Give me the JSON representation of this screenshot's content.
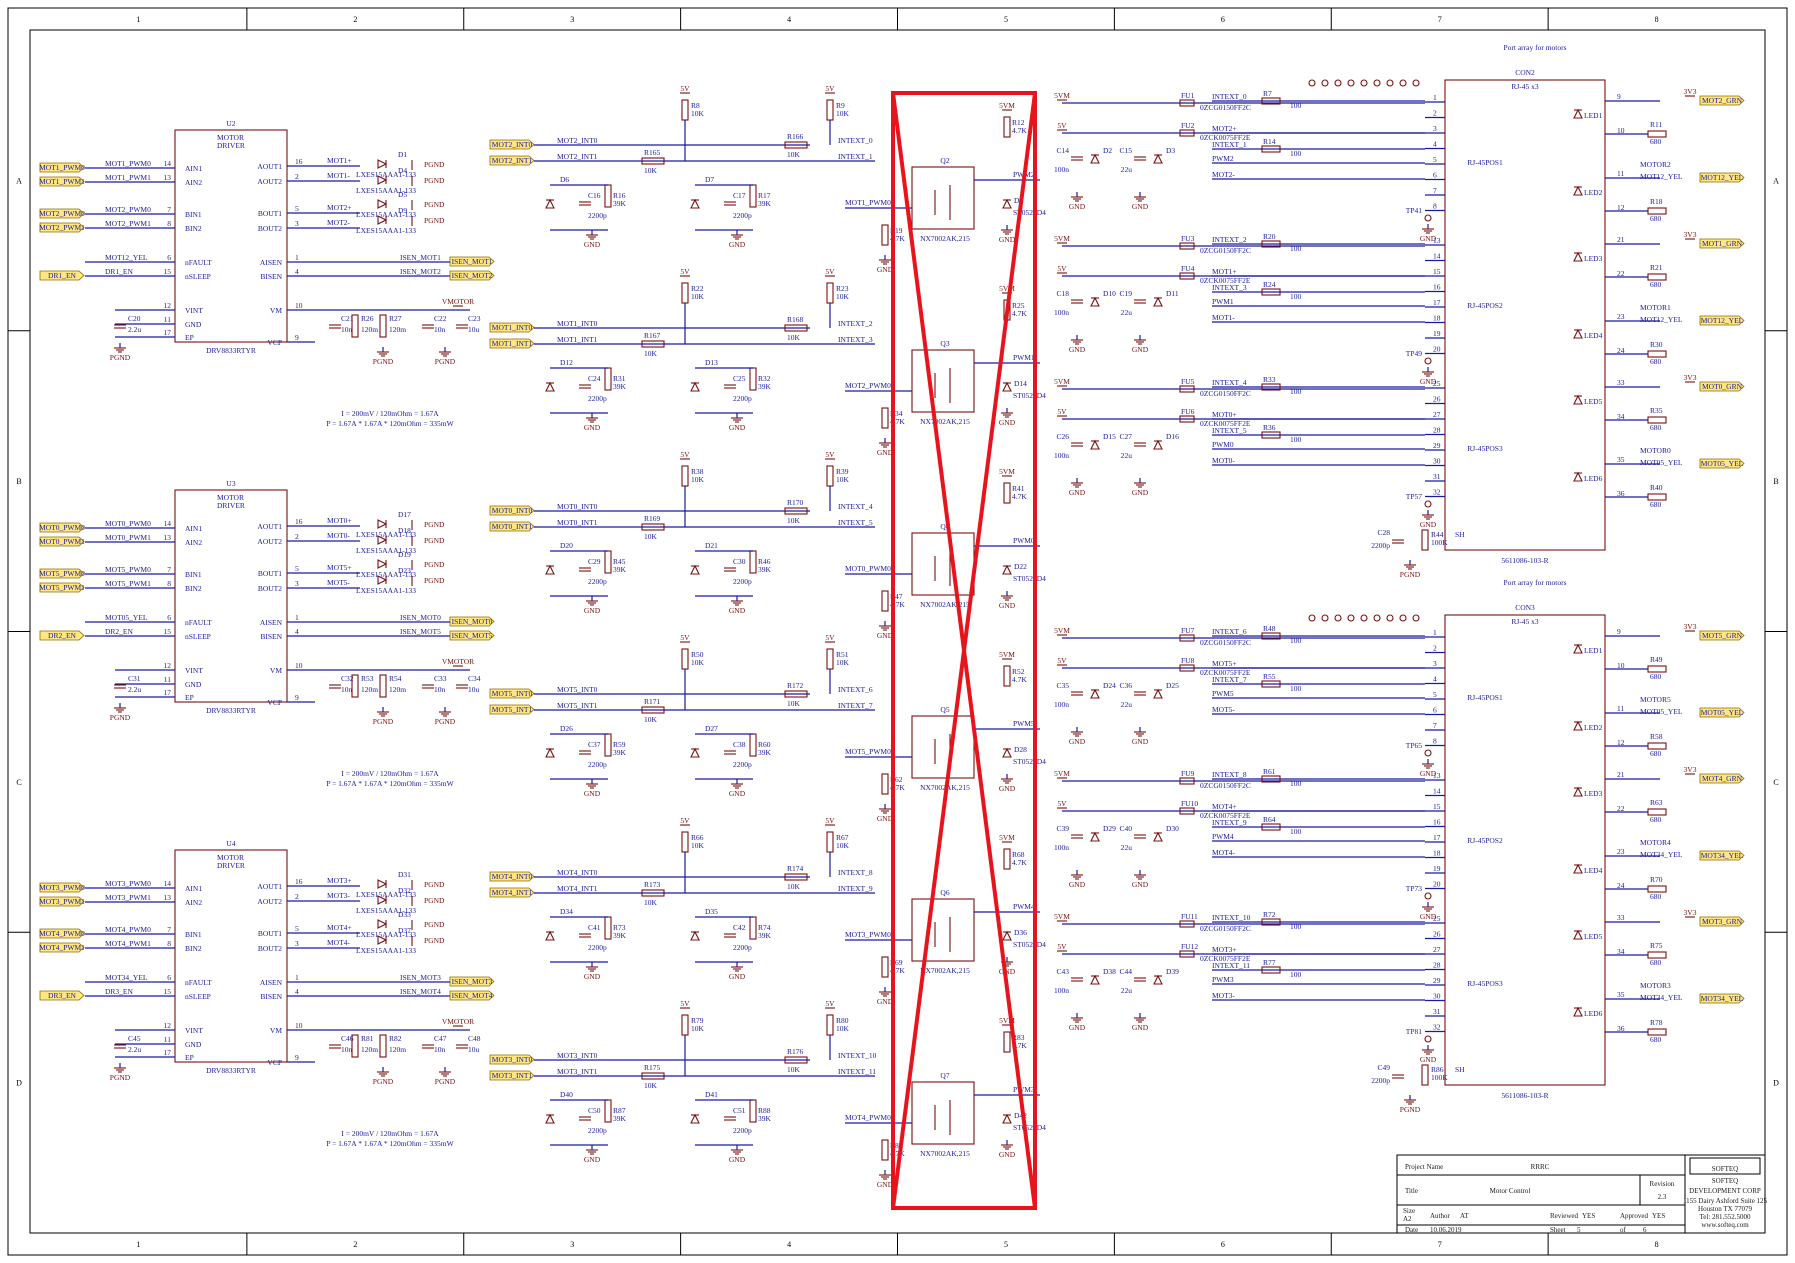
{
  "sheet": {
    "columns": [
      "1",
      "2",
      "3",
      "4",
      "5",
      "6",
      "7",
      "8"
    ],
    "rows": [
      "A",
      "B",
      "C",
      "D"
    ]
  },
  "titles": {
    "port_array_1": "Port array for motors",
    "port_array_2": "Port array for motors"
  },
  "drivers": [
    {
      "ref": "U2",
      "part": "DRV8833RTYR",
      "label": "MOTOR DRIVER",
      "pins_left": [
        {
          "num": "14",
          "name": "AIN1",
          "net": "MOT1_PWM0",
          "port": "MOT1_PWM0"
        },
        {
          "num": "13",
          "name": "AIN2",
          "net": "MOT1_PWM1",
          "port": "MOT1_PWM1"
        },
        {
          "num": "7",
          "name": "BIN1",
          "net": "MOT2_PWM0",
          "port": "MOT2_PWM0"
        },
        {
          "num": "8",
          "name": "BIN2",
          "net": "MOT2_PWM1",
          "port": "MOT2_PWM1"
        },
        {
          "num": "6",
          "name": "nFAULT",
          "net": "MOT12_YEL",
          "port": ""
        },
        {
          "num": "15",
          "name": "nSLEEP",
          "net": "DR1_EN",
          "port": "DR1_EN"
        },
        {
          "num": "12",
          "name": "VINT",
          "net": "",
          "port": ""
        },
        {
          "num": "11",
          "name": "GND",
          "net": "",
          "port": ""
        },
        {
          "num": "17",
          "name": "EP",
          "net": "",
          "port": ""
        }
      ],
      "pins_right": [
        {
          "num": "16",
          "name": "AOUT1",
          "net": "MOT1+"
        },
        {
          "num": "2",
          "name": "AOUT2",
          "net": "MOT1-"
        },
        {
          "num": "5",
          "name": "BOUT1",
          "net": "MOT2+"
        },
        {
          "num": "3",
          "name": "BOUT2",
          "net": "MOT2-"
        },
        {
          "num": "1",
          "name": "AISEN",
          "net": "ISEN_MOT1",
          "port": "ISEN_MOT1"
        },
        {
          "num": "4",
          "name": "BISEN",
          "net": "ISEN_MOT2",
          "port": "ISEN_MOT2"
        },
        {
          "num": "10",
          "name": "VM",
          "net": "VMOTOR"
        },
        {
          "num": "9",
          "name": "VCP",
          "net": ""
        }
      ],
      "leds": [
        "D1",
        "D4",
        "D5",
        "D9"
      ],
      "led_part": "LXES15AAA1-133",
      "caps": [
        {
          "ref": "C20",
          "val": "2.2u"
        },
        {
          "ref": "C21",
          "val": "10n"
        },
        {
          "ref": "C22",
          "val": "10n"
        },
        {
          "ref": "C23",
          "val": "10u"
        }
      ],
      "res": [
        {
          "ref": "R26",
          "val": "120m"
        },
        {
          "ref": "R27",
          "val": "120m"
        }
      ],
      "note1": "I = 200mV / 120mOhm = 1.67A",
      "note2": "P = 1.67A * 1.67A * 120mOhm = 335mW"
    },
    {
      "ref": "U3",
      "part": "DRV8833RTYR",
      "label": "MOTOR DRIVER",
      "pins_left": [
        {
          "num": "14",
          "name": "AIN1",
          "net": "MOT0_PWM0",
          "port": "MOT0_PWM0"
        },
        {
          "num": "13",
          "name": "AIN2",
          "net": "MOT0_PWM1",
          "port": "MOT0_PWM1"
        },
        {
          "num": "7",
          "name": "BIN1",
          "net": "MOT5_PWM0",
          "port": "MOT5_PWM0"
        },
        {
          "num": "8",
          "name": "BIN2",
          "net": "MOT5_PWM1",
          "port": "MOT5_PWM1"
        },
        {
          "num": "6",
          "name": "nFAULT",
          "net": "MOT05_YEL",
          "port": ""
        },
        {
          "num": "15",
          "name": "nSLEEP",
          "net": "DR2_EN",
          "port": "DR2_EN"
        },
        {
          "num": "12",
          "name": "VINT",
          "net": "",
          "port": ""
        },
        {
          "num": "11",
          "name": "GND",
          "net": "",
          "port": ""
        },
        {
          "num": "17",
          "name": "EP",
          "net": "",
          "port": ""
        }
      ],
      "pins_right": [
        {
          "num": "16",
          "name": "AOUT1",
          "net": "MOT0+"
        },
        {
          "num": "2",
          "name": "AOUT2",
          "net": "MOT0-"
        },
        {
          "num": "5",
          "name": "BOUT1",
          "net": "MOT5+"
        },
        {
          "num": "3",
          "name": "BOUT2",
          "net": "MOT5-"
        },
        {
          "num": "1",
          "name": "AISEN",
          "net": "ISEN_MOT0",
          "port": "ISEN_MOT0"
        },
        {
          "num": "4",
          "name": "BISEN",
          "net": "ISEN_MOT5",
          "port": "ISEN_MOT5"
        },
        {
          "num": "10",
          "name": "VM",
          "net": "VMOTOR"
        },
        {
          "num": "9",
          "name": "VCP",
          "net": ""
        }
      ],
      "leds": [
        "D17",
        "D18",
        "D19",
        "D23"
      ],
      "led_part": "LXES15AAA1-133",
      "caps": [
        {
          "ref": "C31",
          "val": "2.2u"
        },
        {
          "ref": "C32",
          "val": "10n"
        },
        {
          "ref": "C33",
          "val": "10n"
        },
        {
          "ref": "C34",
          "val": "10u"
        }
      ],
      "res": [
        {
          "ref": "R53",
          "val": "120m"
        },
        {
          "ref": "R54",
          "val": "120m"
        }
      ],
      "note1": "I = 200mV / 120mOhm = 1.67A",
      "note2": "P = 1.67A * 1.67A * 120mOhm = 335mW"
    },
    {
      "ref": "U4",
      "part": "DRV8833RTYR",
      "label": "MOTOR DRIVER",
      "pins_left": [
        {
          "num": "14",
          "name": "AIN1",
          "net": "MOT3_PWM0",
          "port": "MOT3_PWM0"
        },
        {
          "num": "13",
          "name": "AIN2",
          "net": "MOT3_PWM1",
          "port": "MOT3_PWM1"
        },
        {
          "num": "7",
          "name": "BIN1",
          "net": "MOT4_PWM0",
          "port": "MOT4_PWM0"
        },
        {
          "num": "8",
          "name": "BIN2",
          "net": "MOT4_PWM1",
          "port": "MOT4_PWM1"
        },
        {
          "num": "6",
          "name": "nFAULT",
          "net": "MOT34_YEL",
          "port": ""
        },
        {
          "num": "15",
          "name": "nSLEEP",
          "net": "DR3_EN",
          "port": "DR3_EN"
        },
        {
          "num": "12",
          "name": "VINT",
          "net": "",
          "port": ""
        },
        {
          "num": "11",
          "name": "GND",
          "net": "",
          "port": ""
        },
        {
          "num": "17",
          "name": "EP",
          "net": "",
          "port": ""
        }
      ],
      "pins_right": [
        {
          "num": "16",
          "name": "AOUT1",
          "net": "MOT3+"
        },
        {
          "num": "2",
          "name": "AOUT2",
          "net": "MOT3-"
        },
        {
          "num": "5",
          "name": "BOUT1",
          "net": "MOT4+"
        },
        {
          "num": "3",
          "name": "BOUT2",
          "net": "MOT4-"
        },
        {
          "num": "1",
          "name": "AISEN",
          "net": "ISEN_MOT3",
          "port": "ISEN_MOT3"
        },
        {
          "num": "4",
          "name": "BISEN",
          "net": "ISEN_MOT4",
          "port": "ISEN_MOT4"
        },
        {
          "num": "10",
          "name": "VM",
          "net": "VMOTOR"
        },
        {
          "num": "9",
          "name": "VCP",
          "net": ""
        }
      ],
      "leds": [
        "D31",
        "D32",
        "D33",
        "D37"
      ],
      "led_part": "LXES15AAA1-133",
      "caps": [
        {
          "ref": "C45",
          "val": "2.2u"
        },
        {
          "ref": "C46",
          "val": "10n"
        },
        {
          "ref": "C47",
          "val": "10n"
        },
        {
          "ref": "C48",
          "val": "10u"
        }
      ],
      "res": [
        {
          "ref": "R81",
          "val": "120m"
        },
        {
          "ref": "R82",
          "val": "120m"
        }
      ],
      "note1": "I = 200mV / 120mOhm = 1.67A",
      "note2": "P = 1.67A * 1.67A * 120mOhm = 335mW"
    }
  ],
  "intx_blocks": [
    {
      "port_a": "MOT2_INT0",
      "port_b": "MOT2_INT1",
      "net_a": "MOT2_INT0",
      "net_b": "MOT2_INT1",
      "r_a": "R165",
      "r_b": "R166",
      "r_pu1": "R8",
      "r_pu2": "R9",
      "intx_a": "INTEXT_0",
      "intx_b": "INTEXT_1",
      "d1": "D6",
      "d2": "D7",
      "c1": "C16",
      "c2": "C17",
      "r1": "R16",
      "r2": "R17",
      "q": "Q2",
      "q_net": "MOT1_PWM0",
      "pwm_out": "PWM2",
      "r_g": "R12",
      "r_b2": "R19",
      "d_tvs": "D8"
    },
    {
      "port_a": "MOT1_INT0",
      "port_b": "MOT1_INT1",
      "net_a": "MOT1_INT0",
      "net_b": "MOT1_INT1",
      "r_a": "R167",
      "r_b": "R168",
      "r_pu1": "R22",
      "r_pu2": "R23",
      "intx_a": "INTEXT_2",
      "intx_b": "INTEXT_3",
      "d1": "D12",
      "d2": "D13",
      "c1": "C24",
      "c2": "C25",
      "r1": "R31",
      "r2": "R32",
      "q": "Q3",
      "q_net": "MOT2_PWM0",
      "pwm_out": "PWM1",
      "r_g": "R25",
      "r_b2": "R34",
      "d_tvs": "D14"
    },
    {
      "port_a": "MOT0_INT0",
      "port_b": "MOT0_INT1",
      "net_a": "MOT0_INT0",
      "net_b": "MOT0_INT1",
      "r_a": "R169",
      "r_b": "R170",
      "r_pu1": "R38",
      "r_pu2": "R39",
      "intx_a": "INTEXT_4",
      "intx_b": "INTEXT_5",
      "d1": "D20",
      "d2": "D21",
      "c1": "C29",
      "c2": "C30",
      "r1": "R45",
      "r2": "R46",
      "q": "Q4",
      "q_net": "MOT0_PWM0",
      "pwm_out": "PWM0",
      "r_g": "R41",
      "r_b2": "R47",
      "d_tvs": "D22"
    },
    {
      "port_a": "MOT5_INT0",
      "port_b": "MOT5_INT1",
      "net_a": "MOT5_INT0",
      "net_b": "MOT5_INT1",
      "r_a": "R171",
      "r_b": "R172",
      "r_pu1": "R50",
      "r_pu2": "R51",
      "intx_a": "INTEXT_6",
      "intx_b": "INTEXT_7",
      "d1": "D26",
      "d2": "D27",
      "c1": "C37",
      "c2": "C38",
      "r1": "R59",
      "r2": "R60",
      "q": "Q5",
      "q_net": "MOT5_PWM0",
      "pwm_out": "PWM5",
      "r_g": "R52",
      "r_b2": "R62",
      "d_tvs": "D28"
    },
    {
      "port_a": "MOT4_INT0",
      "port_b": "MOT4_INT1",
      "net_a": "MOT4_INT0",
      "net_b": "MOT4_INT1",
      "r_a": "R173",
      "r_b": "R174",
      "r_pu1": "R66",
      "r_pu2": "R67",
      "intx_a": "INTEXT_8",
      "intx_b": "INTEXT_9",
      "d1": "D34",
      "d2": "D35",
      "c1": "C41",
      "c2": "C42",
      "r1": "R73",
      "r2": "R74",
      "q": "Q6",
      "q_net": "MOT3_PWM0",
      "pwm_out": "PWM4",
      "r_g": "R68",
      "r_b2": "R69",
      "d_tvs": "D36"
    },
    {
      "port_a": "MOT3_INT0",
      "port_b": "MOT3_INT1",
      "net_a": "MOT3_INT0",
      "net_b": "MOT3_INT1",
      "r_a": "R175",
      "r_b": "R176",
      "r_pu1": "R79",
      "r_pu2": "R80",
      "intx_a": "INTEXT_10",
      "intx_b": "INTEXT_11",
      "d1": "D40",
      "d2": "D41",
      "c1": "C50",
      "c2": "C51",
      "r1": "R87",
      "r2": "R88",
      "q": "Q7",
      "q_net": "MOT4_PWM0",
      "pwm_out": "PWM3",
      "r_g": "R83",
      "r_b2": "R85",
      "d_tvs": "D42"
    }
  ],
  "common": {
    "v5": "5V",
    "v3": "3V3",
    "v5m": "5VM",
    "gnd": "GND",
    "pgnd": "PGND",
    "vmotor": "VMOTOR",
    "r10k": "10K",
    "r39k": "39K",
    "c2200p": "2200p",
    "r4k7": "4.7K",
    "mosfet": "NX7002AK,215",
    "tvs": "ST0521D4",
    "r100": "100",
    "r680": "680",
    "c100n": "100n",
    "c22u": "22u",
    "r100k": "100K",
    "fu_a": "0ZCG0150FF2C",
    "fu_b": "0ZCK0075FF2E"
  },
  "connectors": [
    {
      "ref": "CON2",
      "part": "RJ-45 x3",
      "mpn": "5611086-103-R",
      "ports": [
        "RJ-45POS1",
        "RJ-45POS2",
        "RJ-45POS3"
      ],
      "groups": [
        {
          "fu1": "FU1",
          "fu2": "FU2",
          "c1": "C14",
          "d1": "D2",
          "c2": "C15",
          "d2": "D3",
          "tp": "TP41",
          "nets": [
            "INTEXT_0",
            "MOT2+",
            "INTEXT_1",
            "PWM2",
            "MOT2-"
          ],
          "r1": "R7",
          "r2": "R14",
          "motor": "MOTOR2",
          "led_a": "LED1",
          "led_b": "LED2",
          "ra": "R11",
          "rb": "R18",
          "net_grn": "MOT2_GRN",
          "net_yel": "MOT12_YEL"
        },
        {
          "fu1": "FU3",
          "fu2": "FU4",
          "c1": "C18",
          "d1": "D10",
          "c2": "C19",
          "d2": "D11",
          "tp": "TP49",
          "nets": [
            "INTEXT_2",
            "MOT1+",
            "INTEXT_3",
            "PWM1",
            "MOT1-"
          ],
          "r1": "R20",
          "r2": "R24",
          "motor": "MOTOR1",
          "led_a": "LED3",
          "led_b": "LED4",
          "ra": "R21",
          "rb": "R30",
          "net_grn": "MOT1_GRN",
          "net_yel": "MOT12_YEL"
        },
        {
          "fu1": "FU5",
          "fu2": "FU6",
          "c1": "C26",
          "d1": "D15",
          "c2": "C27",
          "d2": "D16",
          "tp": "TP57",
          "nets": [
            "INTEXT_4",
            "MOT0+",
            "INTEXT_5",
            "PWM0",
            "MOT0-"
          ],
          "r1": "R33",
          "r2": "R36",
          "motor": "MOTOR0",
          "led_a": "LED5",
          "led_b": "LED6",
          "ra": "R35",
          "rb": "R40",
          "net_grn": "MOT0_GRN",
          "net_yel": "MOT05_YEL"
        }
      ],
      "shield_c": "C28",
      "shield_r": "R44",
      "pins_sh": "SH"
    },
    {
      "ref": "CON3",
      "part": "RJ-45 x3",
      "mpn": "5611086-103-R",
      "ports": [
        "RJ-45POS1",
        "RJ-45POS2",
        "RJ-45POS3"
      ],
      "groups": [
        {
          "fu1": "FU7",
          "fu2": "FU8",
          "c1": "C35",
          "d1": "D24",
          "c2": "C36",
          "d2": "D25",
          "tp": "TP65",
          "nets": [
            "INTEXT_6",
            "MOT5+",
            "INTEXT_7",
            "PWM5",
            "MOT5-"
          ],
          "r1": "R48",
          "r2": "R55",
          "motor": "MOTOR5",
          "led_a": "LED1",
          "led_b": "LED2",
          "ra": "R49",
          "rb": "R58",
          "net_grn": "MOT5_GRN",
          "net_yel": "MOT05_YEL"
        },
        {
          "fu1": "FU9",
          "fu2": "FU10",
          "c1": "C39",
          "d1": "D29",
          "c2": "C40",
          "d2": "D30",
          "tp": "TP73",
          "nets": [
            "INTEXT_8",
            "MOT4+",
            "INTEXT_9",
            "PWM4",
            "MOT4-"
          ],
          "r1": "R61",
          "r2": "R64",
          "motor": "MOTOR4",
          "led_a": "LED3",
          "led_b": "LED4",
          "ra": "R63",
          "rb": "R70",
          "net_grn": "MOT4_GRN",
          "net_yel": "MOT34_YEL"
        },
        {
          "fu1": "FU11",
          "fu2": "FU12",
          "c1": "C43",
          "d1": "D38",
          "c2": "C44",
          "d2": "D39",
          "tp": "TP81",
          "nets": [
            "INTEXT_10",
            "MOT3+",
            "INTEXT_11",
            "PWM3",
            "MOT3-"
          ],
          "r1": "R72",
          "r2": "R77",
          "motor": "MOTOR3",
          "led_a": "LED5",
          "led_b": "LED6",
          "ra": "R75",
          "rb": "R78",
          "net_grn": "MOT3_GRN",
          "net_yel": "MOT34_YEL"
        }
      ],
      "shield_c": "C49",
      "shield_r": "R86",
      "pins_sh": "SH"
    }
  ],
  "title_block": {
    "project_label": "Project Name",
    "project": "RRRC",
    "title_label": "Title",
    "title": "Motor Control",
    "revision_label": "Revision",
    "revision": "2.3",
    "size_label": "Size",
    "size": "A2",
    "author_label": "Author",
    "author": "AT",
    "reviewed_label": "Reviewed",
    "reviewed": "YES",
    "approved_label": "Approved",
    "approved": "YES",
    "date_label": "Date",
    "date": "10.06.2019",
    "sheet_label": "Sheet",
    "sheet": "5",
    "of_label": "of",
    "of": "6",
    "company_logo": "SOFTEQ",
    "company": "SOFTEQ",
    "company2": "DEVELOPMENT CORP",
    "addr1": "1155 Dairy Ashford Suite 125",
    "addr2": "Houston TX 77079",
    "tel": "Tel: 281.552.5000",
    "web": "www.softeq.com"
  },
  "overlay": {
    "color": "#e8141c"
  }
}
